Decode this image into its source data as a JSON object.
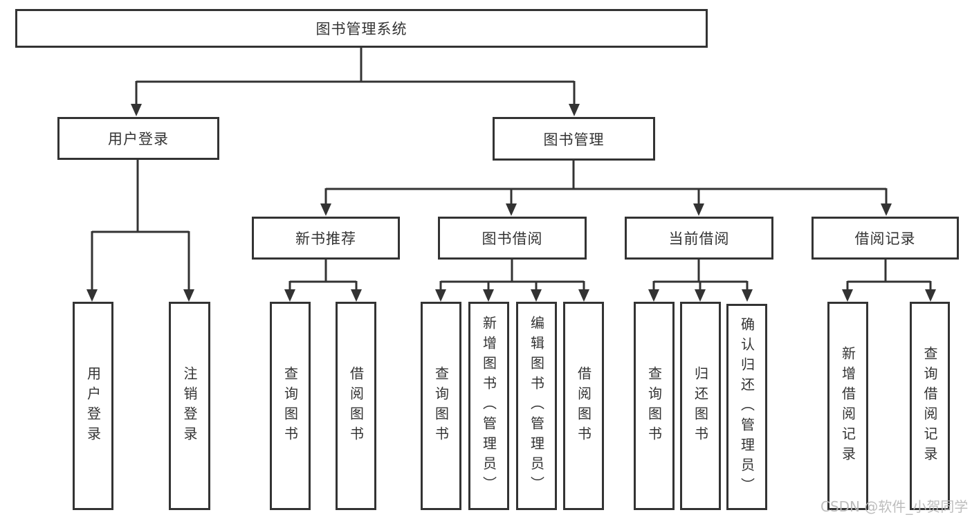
{
  "diagram": {
    "type": "tree-diagram",
    "colors": {
      "line": "#333333",
      "text": "#333333",
      "box_bg": "#ffffff",
      "watermark": "#b9b9b9"
    },
    "nodes": {
      "root": "图书管理系统",
      "level2": [
        "用户登录",
        "图书管理"
      ],
      "level3": [
        "新书推荐",
        "图书借阅",
        "当前借阅",
        "借阅记录"
      ],
      "leaves_user": [
        "用户登录",
        "注销登录"
      ],
      "leaves_recommend": [
        "查询图书",
        "借阅图书"
      ],
      "leaves_borrow": [
        "查询图书",
        "新增图书（管理员）",
        "编辑图书（管理员）",
        "借阅图书"
      ],
      "leaves_current": [
        "查询图书",
        "归还图书",
        "确认归还（管理员）"
      ],
      "leaves_records": [
        "新增借阅记录",
        "查询借阅记录"
      ]
    },
    "watermark": "CSDN @软件_小贺同学"
  }
}
